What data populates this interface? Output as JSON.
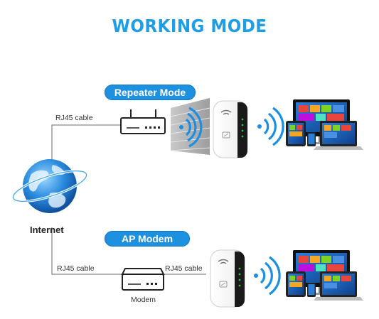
{
  "title": "WORKING MODE",
  "internet_label": "Internet",
  "repeater": {
    "mode_label": "Repeater Mode",
    "cable_label": "RJ45 cable"
  },
  "ap": {
    "mode_label": "AP Modem",
    "cable_left_label": "RJ45 cable",
    "cable_right_label": "RJ45 cable",
    "modem_label": "Modem"
  },
  "colors": {
    "title": "#1f9ee6",
    "pill": "#1e90e0",
    "wifi": "#1a8fe3",
    "line": "#8a8a8a"
  },
  "icons": [
    "globe-icon",
    "router-icon",
    "modem-icon",
    "wifi-extender-icon",
    "wifi-signal-icon",
    "devices-icon"
  ]
}
